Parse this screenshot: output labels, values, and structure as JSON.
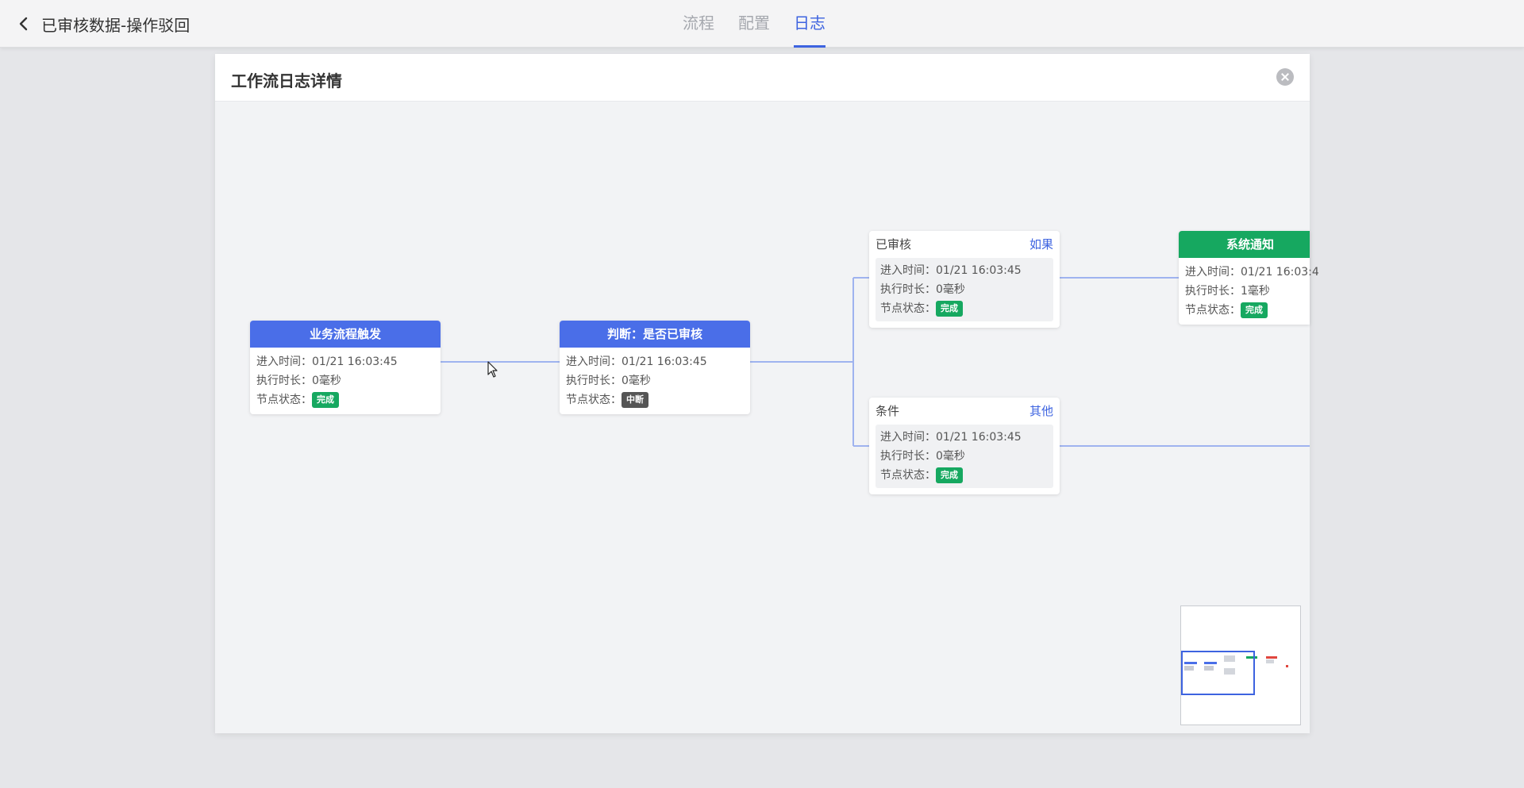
{
  "header": {
    "title": "已审核数据-操作驳回",
    "tabs": [
      {
        "label": "流程",
        "active": false
      },
      {
        "label": "配置",
        "active": false
      },
      {
        "label": "日志",
        "active": true
      }
    ],
    "accent_color": "#3d63e0"
  },
  "modal": {
    "title": "工作流日志详情"
  },
  "labels": {
    "enter_time": "进入时间：",
    "duration": "执行时长：",
    "status": "节点状态："
  },
  "nodes": {
    "trigger": {
      "title": "业务流程触发",
      "enter_time": "01/21 16:03:45",
      "duration": "0毫秒",
      "status": "完成"
    },
    "judge": {
      "title": "判断：是否已审核",
      "enter_time": "01/21 16:03:45",
      "duration": "0毫秒",
      "status": "中断"
    },
    "approved": {
      "title": "已审核",
      "branch": "如果",
      "enter_time": "01/21 16:03:45",
      "duration": "0毫秒",
      "status": "完成"
    },
    "condition": {
      "title": "条件",
      "branch": "其他",
      "enter_time": "01/21 16:03:45",
      "duration": "0毫秒",
      "status": "完成"
    },
    "notify": {
      "title": "系统通知",
      "enter_time": "01/21 16:03:4",
      "duration": "1毫秒",
      "status": "完成"
    }
  },
  "colors": {
    "node_blue": "#4a6ee8",
    "node_green": "#16a860",
    "edge": "#9fb3ef",
    "status_done": "#16a860",
    "status_stop": "#555555"
  }
}
